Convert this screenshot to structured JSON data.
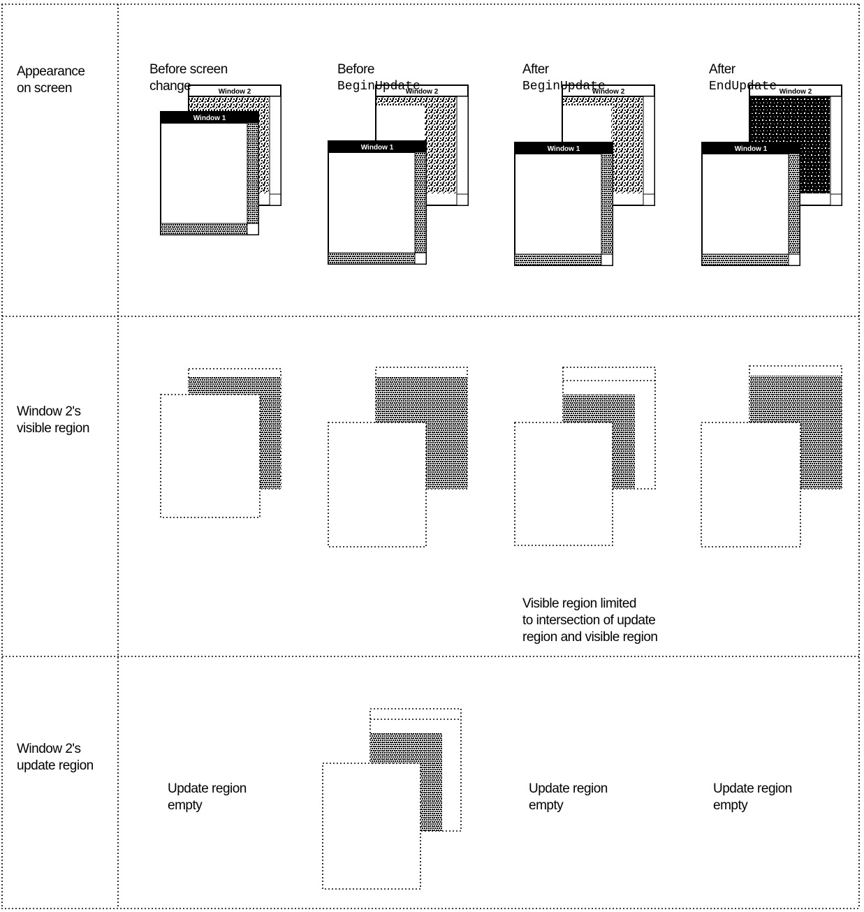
{
  "row_labels": [
    [
      "Appearance",
      "on screen"
    ],
    [
      "Window 2's",
      "visible region"
    ],
    [
      "Window 2's",
      "update region"
    ]
  ],
  "columns": [
    {
      "line1": "Before screen",
      "line2": "change",
      "line2_code": false
    },
    {
      "line1": "Before",
      "line2": "BeginUpdate",
      "line2_code": true
    },
    {
      "line1": "After",
      "line2": "BeginUpdate",
      "line2_code": true
    },
    {
      "line1": "After",
      "line2": "EndUpdate",
      "line2_code": true
    }
  ],
  "window_titles": {
    "back": "Window 2",
    "front": "Window 1"
  },
  "visible_note": [
    "Visible region limited",
    "to intersection of update",
    "region and visible region"
  ],
  "update_empty": [
    "Update region",
    "empty"
  ],
  "colors": {
    "line": "#000000",
    "fill": "#ffffff"
  }
}
